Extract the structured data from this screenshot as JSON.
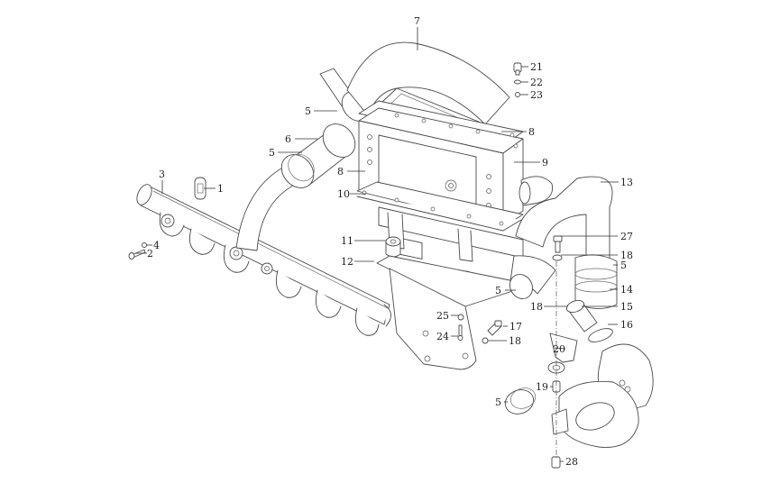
{
  "diagram": {
    "type": "exploded-parts-diagram",
    "subject": "Intercooler and charge-air piping assembly",
    "callouts": [
      {
        "id": "c1",
        "label": "1",
        "part": "gasket"
      },
      {
        "id": "c2",
        "label": "2",
        "part": "bolt"
      },
      {
        "id": "c3",
        "label": "3",
        "part": "intake-manifold"
      },
      {
        "id": "c4",
        "label": "4",
        "part": "washer"
      },
      {
        "id": "c5a",
        "label": "5",
        "part": "hose-clamp"
      },
      {
        "id": "c5b",
        "label": "5",
        "part": "hose-clamp"
      },
      {
        "id": "c5c",
        "label": "5",
        "part": "hose-clamp"
      },
      {
        "id": "c5d",
        "label": "5",
        "part": "hose-clamp"
      },
      {
        "id": "c5e",
        "label": "5",
        "part": "hose-clamp"
      },
      {
        "id": "c6",
        "label": "6",
        "part": "rubber-hose"
      },
      {
        "id": "c7",
        "label": "7",
        "part": "intercooler-cover-pipe"
      },
      {
        "id": "c8a",
        "label": "8",
        "part": "gasket"
      },
      {
        "id": "c8b",
        "label": "8",
        "part": "gasket"
      },
      {
        "id": "c9",
        "label": "9",
        "part": "intercooler"
      },
      {
        "id": "c10",
        "label": "10",
        "part": "lower-housing"
      },
      {
        "id": "c11",
        "label": "11",
        "part": "rubber-mount"
      },
      {
        "id": "c12",
        "label": "12",
        "part": "mounting-bracket"
      },
      {
        "id": "c13",
        "label": "13",
        "part": "outlet-pipe"
      },
      {
        "id": "c14",
        "label": "14",
        "part": "rubber-hose"
      },
      {
        "id": "c15",
        "label": "15",
        "part": "connector"
      },
      {
        "id": "c16",
        "label": "16",
        "part": "seal-ring"
      },
      {
        "id": "c17",
        "label": "17",
        "part": "bolt"
      },
      {
        "id": "c18a",
        "label": "18",
        "part": "washer"
      },
      {
        "id": "c18b",
        "label": "18",
        "part": "washer"
      },
      {
        "id": "c18c",
        "label": "18",
        "part": "washer"
      },
      {
        "id": "c19",
        "label": "19",
        "part": "spacer"
      },
      {
        "id": "c20",
        "label": "20",
        "part": "support-bracket"
      },
      {
        "id": "c21",
        "label": "21",
        "part": "bolt"
      },
      {
        "id": "c22",
        "label": "22",
        "part": "spring-washer"
      },
      {
        "id": "c23",
        "label": "23",
        "part": "flat-washer"
      },
      {
        "id": "c24",
        "label": "24",
        "part": "bolt"
      },
      {
        "id": "c25",
        "label": "25",
        "part": "nut"
      },
      {
        "id": "c27",
        "label": "27",
        "part": "bolt"
      },
      {
        "id": "c28",
        "label": "28",
        "part": "nut"
      }
    ]
  }
}
